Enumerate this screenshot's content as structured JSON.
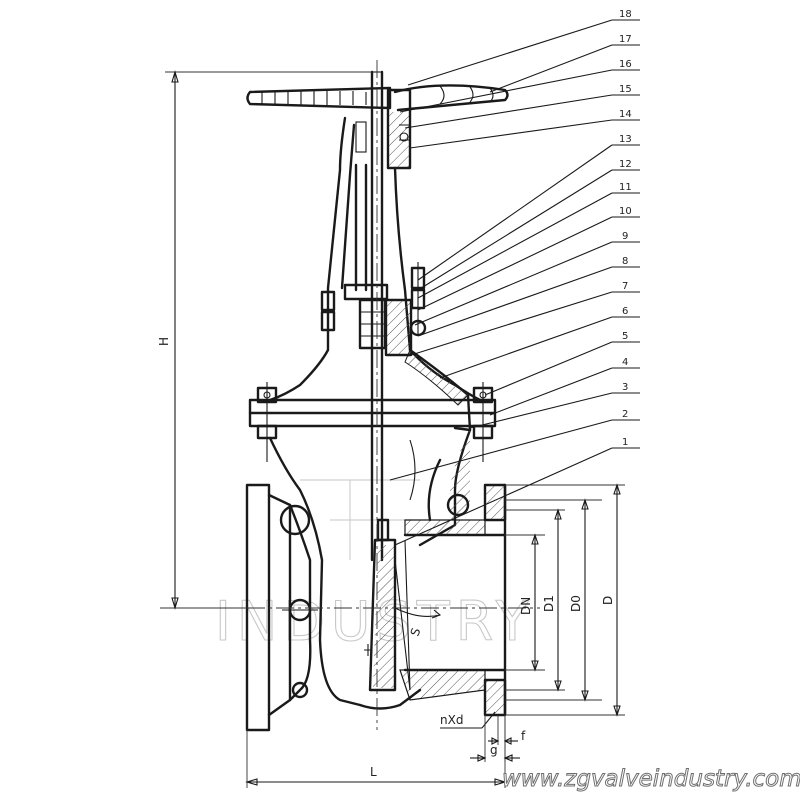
{
  "callouts": [
    "1",
    "2",
    "3",
    "4",
    "5",
    "6",
    "7",
    "8",
    "9",
    "10",
    "11",
    "12",
    "13",
    "14",
    "15",
    "16",
    "17",
    "18"
  ],
  "dimensions": {
    "H": "H",
    "L": "L",
    "DN": "DN",
    "D1": "D1",
    "D0": "D0",
    "D": "D",
    "nxd": "nXd",
    "f": "f",
    "g": "g",
    "s": "S"
  },
  "watermark": "INDUSTRY",
  "website": "www.zgvalveindustry.com"
}
